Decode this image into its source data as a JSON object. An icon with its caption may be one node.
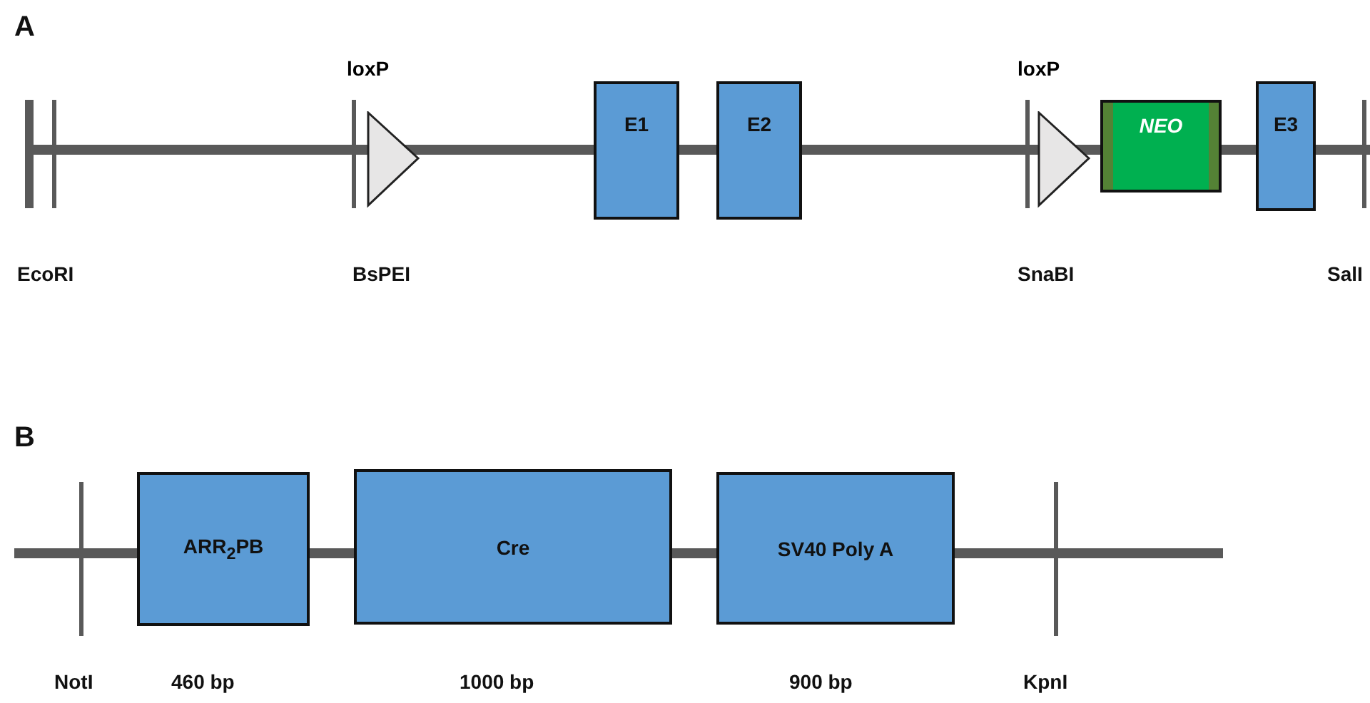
{
  "diagram": {
    "nodes": [
      {
        "text": [
          "loxP"
        ]
      },
      {
        "text": [
          "E1"
        ]
      },
      {
        "text": [
          "E2"
        ]
      },
      {
        "text": [
          "loxP"
        ]
      },
      {
        "text": [
          "NEO"
        ]
      },
      {
        "text": [
          "E3"
        ]
      },
      {
        "text": [
          "ARR$_{2}$PB"
        ],
        "beside": [
          "460 bp"
        ]
      },
      {
        "text": [
          "Cre"
        ],
        "beside": [
          "1000 bp"
        ]
      },
      {
        "text": [
          "SV40 Poly A"
        ],
        "beside": [
          "900 bp"
        ]
      }
    ],
    "labels": [
      "A",
      "EcoRI",
      "BsPEI",
      "SnaBI",
      "SalI",
      "B",
      "NotI",
      "KpnI"
    ]
  }
}
